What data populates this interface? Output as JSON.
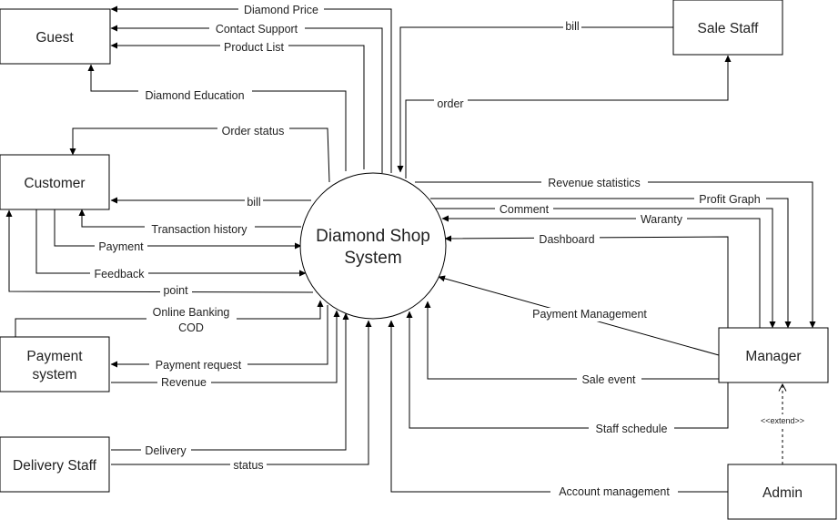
{
  "entities": {
    "guest": "Guest",
    "sale_staff": "Sale Staff",
    "customer": "Customer",
    "payment_system_l1": "Payment",
    "payment_system_l2": "system",
    "delivery_staff": "Delivery Staff",
    "manager": "Manager",
    "admin": "Admin"
  },
  "system": {
    "line1": "Diamond Shop",
    "line2": "System"
  },
  "flows": {
    "diamond_price": "Diamond Price",
    "contact_support": "Contact Support",
    "product_list": "Product List",
    "diamond_education": "Diamond Education",
    "order_status": "Order status",
    "customer_bill": "bill",
    "transaction_history": "Transaction history",
    "payment": "Payment",
    "feedback": "Feedback",
    "point": "point",
    "online_banking": "Online Banking",
    "cod": "COD",
    "payment_request": "Payment request",
    "revenue": "Revenue",
    "delivery": "Delivery",
    "status": "status",
    "sale_bill": "bill",
    "order": "order",
    "revenue_statistics": "Revenue statistics",
    "profit_graph": "Profit Graph",
    "comment": "Comment",
    "waranty": "Waranty",
    "dashboard": "Dashboard",
    "payment_management": "Payment Management",
    "sale_event": "Sale event",
    "staff_schedule": "Staff schedule",
    "account_management": "Account management",
    "extend": "<<extend>>"
  }
}
